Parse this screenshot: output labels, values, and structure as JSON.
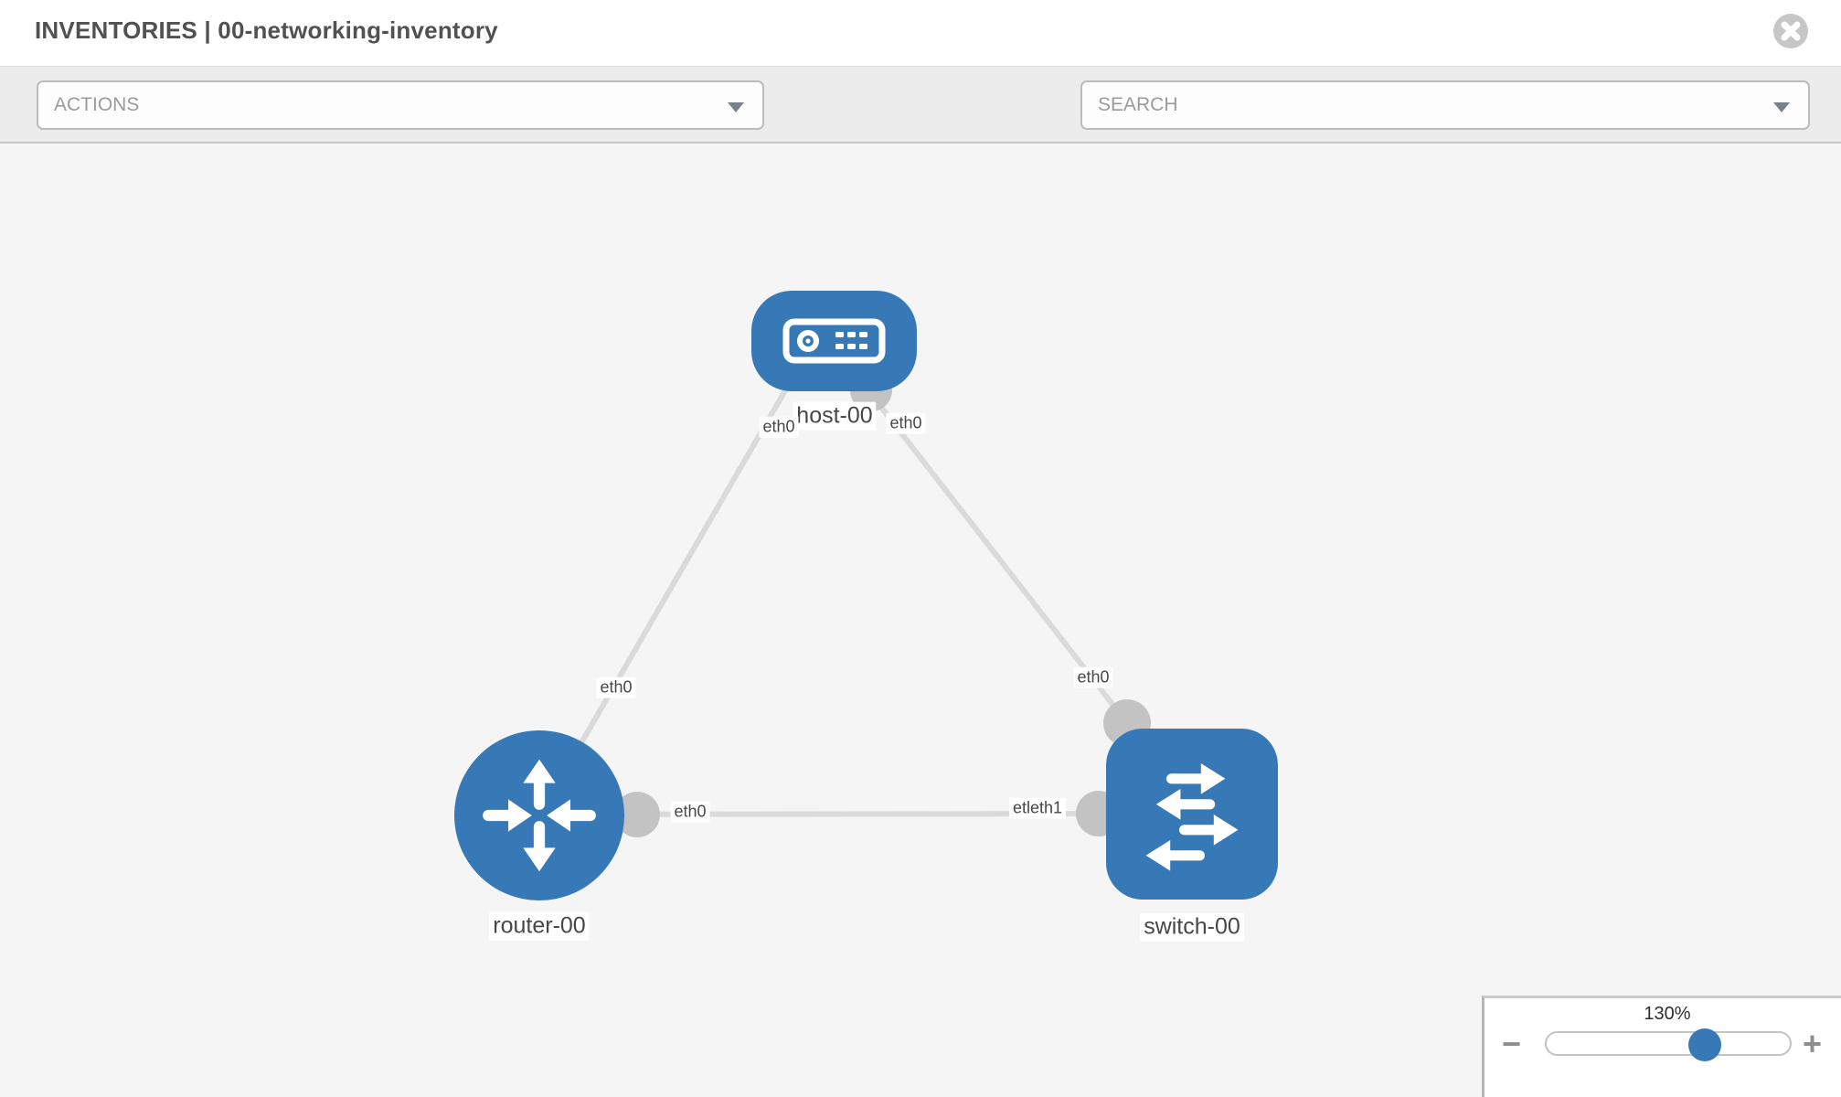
{
  "header": {
    "title": "INVENTORIES | 00-networking-inventory",
    "close_icon": "x-circle"
  },
  "toolbar": {
    "actions_label": "ACTIONS",
    "search_placeholder": "SEARCH",
    "icons": [
      "wrench-icon",
      "key-icon"
    ]
  },
  "diagram": {
    "nodes": [
      {
        "id": "host-00",
        "type": "host",
        "label": "host-00",
        "icon": "host-device-icon"
      },
      {
        "id": "router-00",
        "type": "router",
        "label": "router-00",
        "icon": "router-arrows-icon"
      },
      {
        "id": "switch-00",
        "type": "switch",
        "label": "switch-00",
        "icon": "switch-arrows-icon"
      }
    ],
    "links": [
      {
        "from": "host-00",
        "to": "router-00"
      },
      {
        "from": "host-00",
        "to": "switch-00"
      },
      {
        "from": "router-00",
        "to": "switch-00"
      }
    ],
    "interface_labels": {
      "host_left": "eth0",
      "host_right": "eth0",
      "link_host_router": "eth0",
      "link_host_switch": "eth0",
      "router_port": "eth0",
      "switch_port": "etleth1"
    }
  },
  "zoom_control": {
    "level": "130%",
    "decrease": "−",
    "increase": "+"
  },
  "colors": {
    "node_blue": "#3779b7",
    "link_gray": "#dadada",
    "port_gray": "#c3c3c3",
    "canvas_bg": "#f5f5f5",
    "toolbar_bg": "#ececec"
  }
}
